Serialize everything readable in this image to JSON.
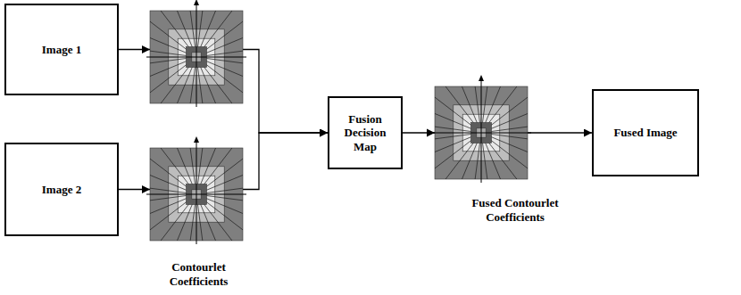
{
  "diagram": {
    "nodes": [
      {
        "text": [
          "Image 1"
        ]
      },
      {
        "text": [
          "Image 2"
        ]
      },
      {
        "text": [
          "Fusion Decision Map"
        ]
      },
      {
        "text": [
          "Fused Image"
        ]
      }
    ],
    "edges": [
      {
        "from": 0,
        "to": 2,
        "arrow": "to"
      },
      {
        "from": 1,
        "to": 2,
        "arrow": "to"
      },
      {
        "from": 2,
        "to": 3,
        "arrow": "to"
      }
    ],
    "labels": [
      "Contourlet Coefficients",
      "Fused Contourlet Coefficients"
    ]
  }
}
